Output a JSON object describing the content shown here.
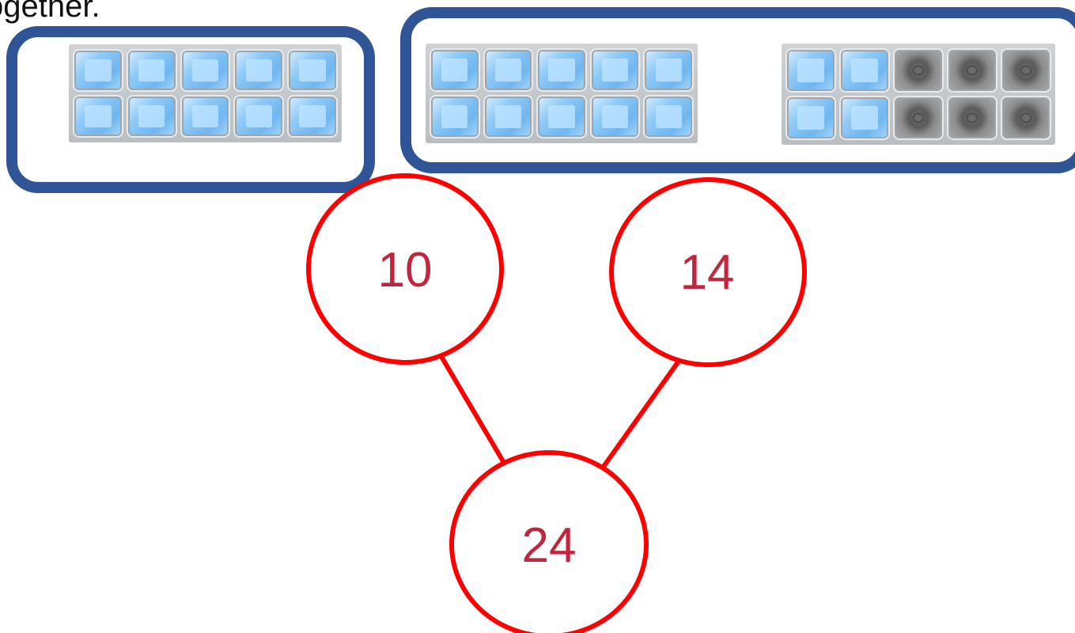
{
  "header": {
    "text": "ogether."
  },
  "groups": {
    "left": {
      "frames": [
        {
          "filled": 10,
          "total": 10
        }
      ]
    },
    "right": {
      "frames": [
        {
          "filled": 10,
          "total": 10
        },
        {
          "filled": 4,
          "total": 10
        }
      ]
    }
  },
  "number_bond": {
    "part_left": "10",
    "part_right": "14",
    "whole": "24"
  },
  "colors": {
    "group_border": "#2f5597",
    "circle_stroke": "#ff0000",
    "number_text": "#c0273e",
    "counter_fill": "#8fcaf7"
  }
}
